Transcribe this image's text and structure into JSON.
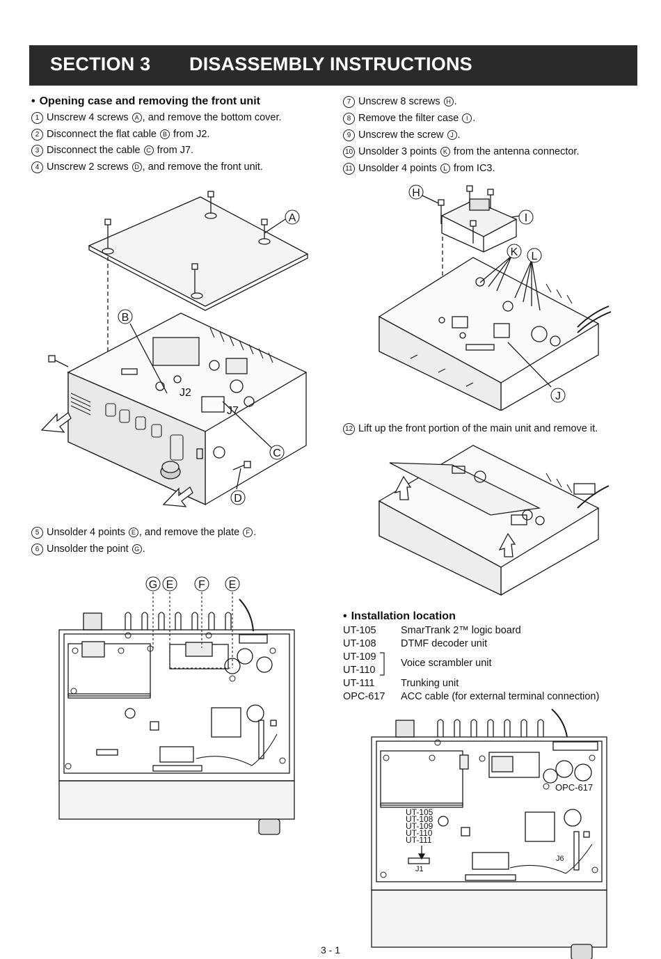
{
  "section": {
    "label": "SECTION 3",
    "title": "DISASSEMBLY INSTRUCTIONS"
  },
  "left_column": {
    "heading": "Opening case and removing the front unit",
    "steps": [
      {
        "num": "1",
        "pre": "Unscrew 4 screws ",
        "mark": "A",
        "post": ", and remove the bottom cover."
      },
      {
        "num": "2",
        "pre": "Disconnect the flat cable ",
        "mark": "B",
        "post": " from J2."
      },
      {
        "num": "3",
        "pre": "Disconnect the cable ",
        "mark": "C",
        "post": " from J7."
      },
      {
        "num": "4",
        "pre": "Unscrew 2 screws ",
        "mark": "D",
        "post": ", and remove the front unit."
      }
    ],
    "steps_b": [
      {
        "num": "5",
        "pre": "Unsolder 4 points ",
        "mark": "E",
        "post": ", and remove the plate ",
        "mark2": "F",
        "post2": "."
      },
      {
        "num": "6",
        "pre": "Unsolder the point ",
        "mark": "G",
        "post": "."
      }
    ]
  },
  "right_column": {
    "steps": [
      {
        "num": "7",
        "pre": "Unscrew 8 screws ",
        "mark": "H",
        "post": "."
      },
      {
        "num": "8",
        "pre": "Remove the filter case ",
        "mark": "I",
        "post": "."
      },
      {
        "num": "9",
        "pre": "Unscrew the screw ",
        "mark": "J",
        "post": "."
      },
      {
        "num": "10",
        "pre": "Unsolder 3 points ",
        "mark": "K",
        "post": " from the antenna connector."
      },
      {
        "num": "11",
        "pre": "Unsolder 4 points ",
        "mark": "L",
        "post": " from IC3."
      }
    ],
    "step12": {
      "num": "12",
      "text": "Lift up the front portion of the main unit and remove it."
    },
    "installation": {
      "heading": "Installation location",
      "rows": [
        {
          "model": "UT-105",
          "desc": "SmarTrank 2™ logic board"
        },
        {
          "model": "UT-108",
          "desc": "DTMF decoder unit"
        },
        {
          "model": "UT-109",
          "desc": ""
        },
        {
          "model": "UT-110",
          "desc": ""
        },
        {
          "model": "UT-111",
          "desc": "Trunking unit"
        },
        {
          "model": "OPC-617",
          "desc": "ACC cable (for external terminal connection)"
        }
      ],
      "group_desc": "Voice scrambler unit"
    }
  },
  "callouts": {
    "fig1": {
      "a": "A",
      "b": "B",
      "c": "C",
      "d": "D",
      "j2": "J2",
      "j7": "J7"
    },
    "fig2": {
      "h": "H",
      "i": "I",
      "j": "J",
      "k": "K",
      "l": "L"
    },
    "fig3": {
      "g": "G",
      "e1": "E",
      "f": "F",
      "e2": "E"
    },
    "fig5": {
      "opc": "OPC-617",
      "ut105": "UT-105",
      "ut108": "UT-108",
      "ut109": "UT-109",
      "ut110": "UT-110",
      "ut111": "UT-111",
      "j1": "J1",
      "j6": "J6"
    }
  },
  "footer": {
    "page": "3 - 1"
  }
}
